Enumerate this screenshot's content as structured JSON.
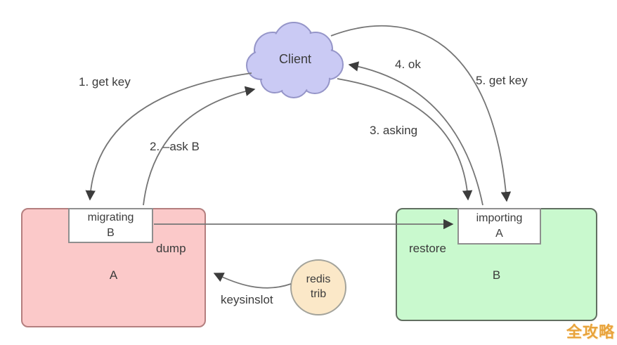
{
  "colors": {
    "cloud_fill": "#cacaf4",
    "cloud_border": "#9595c8",
    "node_a_fill": "#fbc9c9",
    "node_a_border": "#b47f7f",
    "node_b_fill": "#c9f9ce",
    "node_b_border": "#616f61",
    "tab_fill": "#ffffff",
    "tab_border": "#8f8f8f",
    "trib_fill": "#fbe8c8",
    "trib_border": "#a3a39b",
    "arrow": "#757575",
    "arrowhead": "#3c3c3c",
    "text": "#3b3b3b",
    "watermark": "#e8a33c"
  },
  "client": {
    "label": "Client"
  },
  "node_a": {
    "label": "A",
    "tab_line1": "migrating",
    "tab_line2": "B",
    "action_label": "dump"
  },
  "node_b": {
    "label": "B",
    "tab_line1": "importing",
    "tab_line2": "A",
    "action_label": "restore"
  },
  "trib": {
    "line1": "redis",
    "line2": "trib",
    "action_label": "keysinslot"
  },
  "steps": {
    "step1": "1. get key",
    "step2": "2. –ask B",
    "step3": "3. asking",
    "step4": "4. ok",
    "step5": "5. get key"
  },
  "watermark": "全攻略"
}
